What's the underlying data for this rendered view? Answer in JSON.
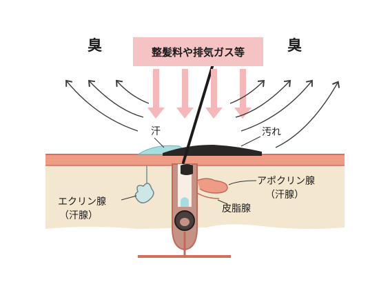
{
  "labels": {
    "odor_left": "臭",
    "odor_right": "臭",
    "source_box": "整髪料や排気ガス等",
    "sweat": "汗",
    "dirt": "汚れ",
    "eccrine_line1": "エクリン腺",
    "eccrine_line2": "（汗腺）",
    "apocrine_line1": "アポクリン腺",
    "apocrine_line2": "（汗腺）",
    "sebaceous": "皮脂腺"
  },
  "colors": {
    "pink_arrow": "#f5b7b7",
    "skin_line": "#e9806c",
    "dermis": "#f3e6cc",
    "sweat_blue": "#a8dde0",
    "dirt": "#2a2525",
    "follicle": "#bf8a7e"
  },
  "icons": [
    "curved-arrow-icon",
    "down-arrow-icon"
  ]
}
